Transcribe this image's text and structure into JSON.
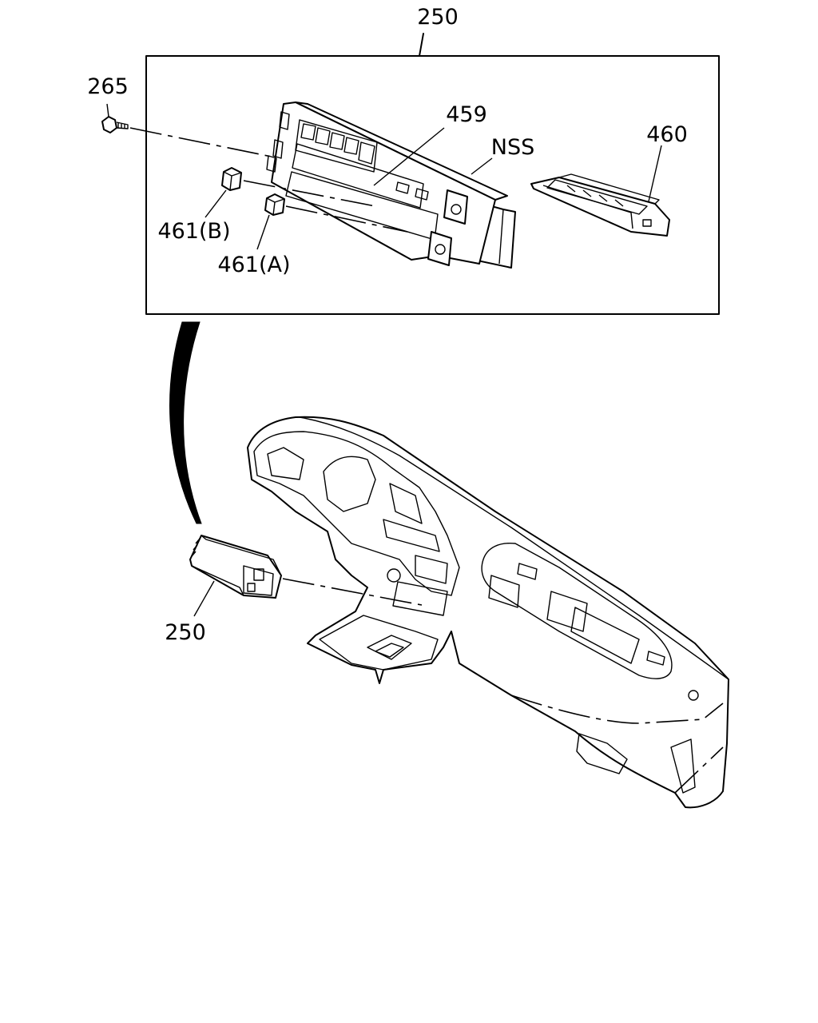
{
  "callouts": {
    "assembly_top": "250",
    "screw": "265",
    "panel": "459",
    "nss": "NSS",
    "module": "460",
    "clip_b": "461(B)",
    "clip_a": "461(A)",
    "assembly_bottom": "250"
  }
}
